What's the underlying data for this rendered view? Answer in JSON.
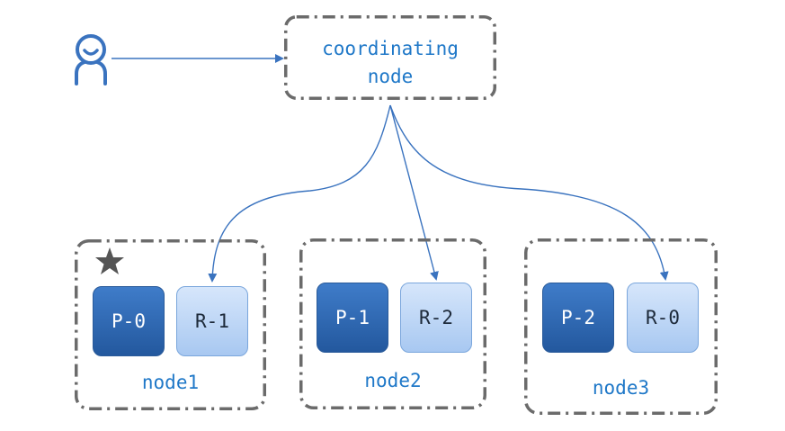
{
  "coordinator": {
    "label_line1": "coordinating",
    "label_line2": "node"
  },
  "nodes": [
    {
      "name": "node1",
      "primary": "P-0",
      "replica": "R-1",
      "starred": true
    },
    {
      "name": "node2",
      "primary": "P-1",
      "replica": "R-2",
      "starred": false
    },
    {
      "name": "node3",
      "primary": "P-2",
      "replica": "R-0",
      "starred": false
    }
  ],
  "colors": {
    "accent": "#1f78c8",
    "arrow": "#3a73bf",
    "frame": "#6b6b6b",
    "primary_fill": "#2e67b1",
    "replica_fill": "#bcd5f5",
    "star": "#555555"
  },
  "icons": {
    "client": "user-icon",
    "marker": "star-icon"
  }
}
